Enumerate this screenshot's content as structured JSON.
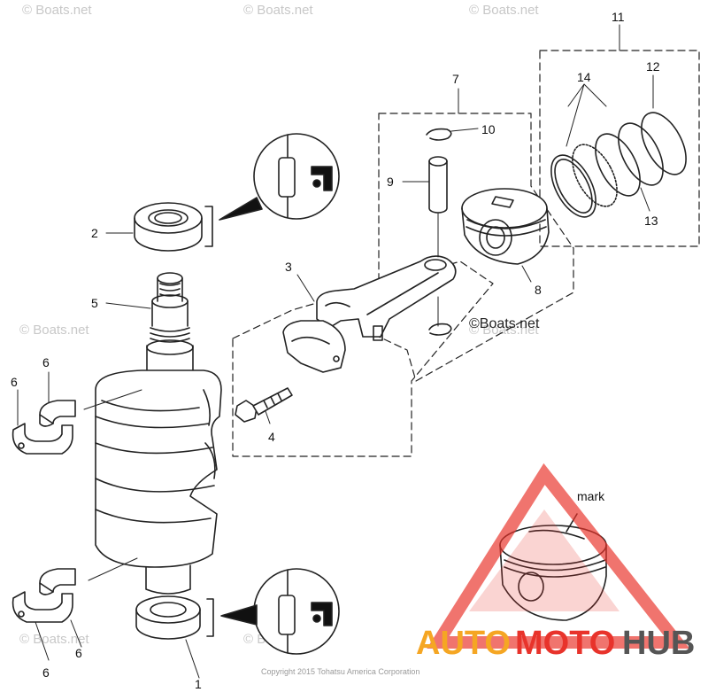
{
  "watermark": "© Boats.net",
  "center_watermark": "©Boats.net",
  "copyright": "Copyright 2015 Tohatsu America Corporation",
  "callouts": {
    "c1": "1",
    "c2": "2",
    "c3": "3",
    "c4": "4",
    "c5": "5",
    "c6a": "6",
    "c6b": "6",
    "c6c": "6",
    "c6d": "6",
    "c7": "7",
    "c8": "8",
    "c9": "9",
    "c10": "10",
    "c11": "11",
    "c12": "12",
    "c13": "13",
    "c14": "14"
  },
  "inset_label": "mark",
  "logo": {
    "part1": "AUTO",
    "part2": "MOTO",
    "part3": "HUB"
  },
  "colors": {
    "logo_orange": "#f5a623",
    "logo_red": "#e8332b",
    "logo_gray": "#555555",
    "triangle": "#e8332b"
  }
}
